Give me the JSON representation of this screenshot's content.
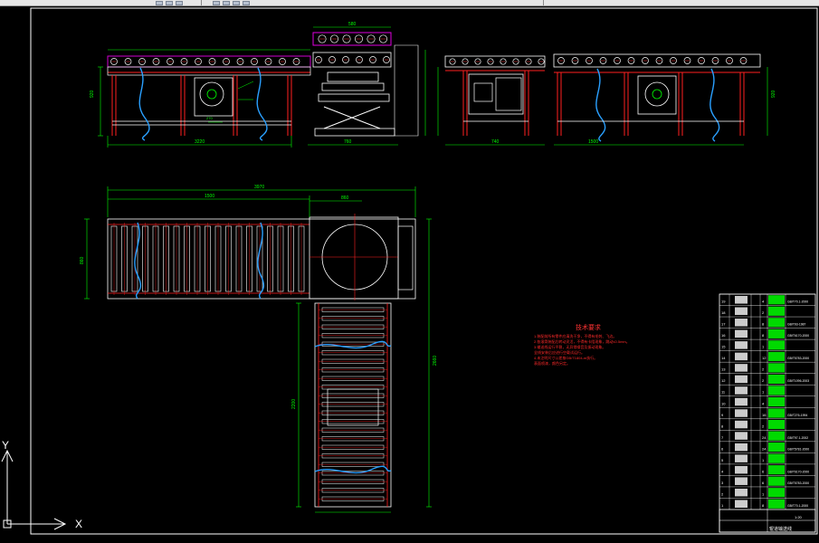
{
  "app": {
    "accent": "#00ff00",
    "frame_color": "#ffffff",
    "title_block_text_color": "#ffffff"
  },
  "toolbar": {
    "buttons": [
      "layer-icon",
      "save-icon",
      "undo-icon",
      "redo-icon",
      "zoom-icon"
    ]
  },
  "ucs": {
    "x_label": "X",
    "y_label": "Y"
  },
  "notes": {
    "title": "技术要求",
    "lines": [
      "1.装配前所有零件应清洗干净，不得有毛刺、飞边。",
      "2.各滚筒装配后转动灵活，不得有卡阻现象，跳动≤0.5mm。",
      "3.输送线运行平稳，无异常噪音及振动现象。",
      "   全线安装后应进行空载试运行。",
      "4.未注明尺寸公差按GB/T1804-m执行。",
      "   表面喷漆，颜色另定。"
    ]
  },
  "dims": {
    "front_width": "3220",
    "lift_width": "580",
    "lift_base": "760",
    "side_width": "740",
    "right_width": "1500",
    "plan_total": "3970",
    "plan_left": "1500",
    "plan_top": "860",
    "plan_down": "2200",
    "plan_v": "2660",
    "motor_w": "270",
    "h_left": "920",
    "h_right": "920"
  },
  "title_block": {
    "drawing_name": "辊道输送线",
    "scale": "1:20",
    "rows": [
      {
        "code": "GB/T70.1-2000",
        "qty": "4"
      },
      {
        "code": "",
        "qty": "2"
      },
      {
        "code": "GB/T93-1987",
        "qty": "8"
      },
      {
        "code": "GB/T6170-2000",
        "qty": "8"
      },
      {
        "code": "",
        "qty": "1"
      },
      {
        "code": "GB/T5783-2000",
        "qty": "12"
      },
      {
        "code": "",
        "qty": "2"
      },
      {
        "code": "GB/T1096-2003",
        "qty": "2"
      },
      {
        "code": "",
        "qty": "1"
      },
      {
        "code": "",
        "qty": "4"
      },
      {
        "code": "GB/T276-1994",
        "qty": "16"
      },
      {
        "code": "",
        "qty": "2"
      },
      {
        "code": "GB/T97.1-2002",
        "qty": "24"
      },
      {
        "code": "GB/T5781-2000",
        "qty": "24"
      },
      {
        "code": "",
        "qty": "1"
      },
      {
        "code": "GB/T6170-2000",
        "qty": "6"
      },
      {
        "code": "GB/T5783-2000",
        "qty": "6"
      },
      {
        "code": "",
        "qty": "1"
      },
      {
        "code": "GB/T70.1-2000",
        "qty": "8"
      }
    ]
  }
}
